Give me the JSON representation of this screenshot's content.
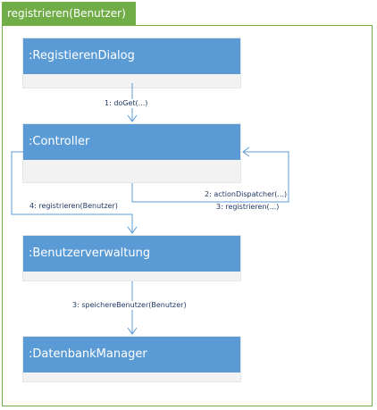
{
  "frame": {
    "title": "registrieren(Benutzer)"
  },
  "lifelines": {
    "registrieren_dialog": ":RegistierenDialog",
    "controller": ":Controller",
    "benutzerverwaltung": ":Benutzerverwaltung",
    "datenbank_manager": ":DatenbankManager"
  },
  "messages": {
    "m1": "1: doGet(...)",
    "m2": "2: actionDispatcher(...)",
    "m3": "3: registrieren(...)",
    "m4": "4: registrieren(Benutzer)",
    "m5": "3: speichereBenutzer(Benutzer)"
  },
  "colors": {
    "frame_green": "#70ad47",
    "lifeline_blue": "#5b9bd5",
    "body_gray": "#f2f2f2",
    "arrow_blue": "#5b9bd5"
  }
}
